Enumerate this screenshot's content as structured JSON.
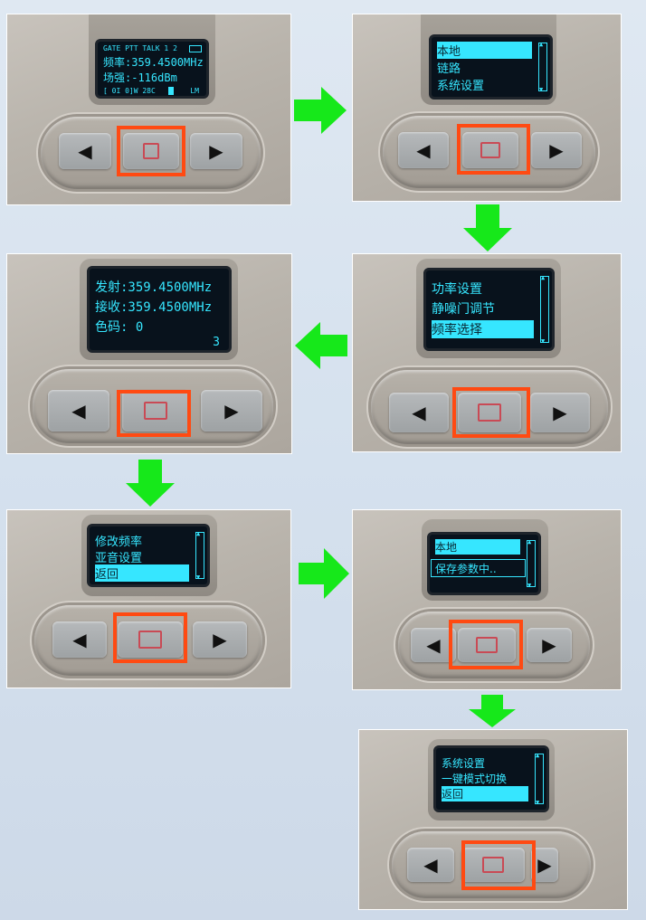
{
  "steps": [
    {
      "lines": [
        "GATE PTT TALK 1 2",
        "频率:359.4500MHz",
        "场强:-116dBm",
        "[ 0I 0]W 28C",
        "LM"
      ]
    },
    {
      "lines": [
        "本地",
        "链路",
        "系统设置"
      ]
    },
    {
      "lines": [
        "功率设置",
        "静噪门调节",
        "频率选择"
      ]
    },
    {
      "lines": [
        "发射:359.4500MHz",
        "接收:359.4500MHz",
        "色码:  0",
        "3"
      ]
    },
    {
      "lines": [
        "修改频率",
        "亚音设置",
        "返回"
      ]
    },
    {
      "lines": [
        "本地"
      ],
      "popup": "保存参数中.."
    },
    {
      "lines": [
        "系统设置",
        "一键模式切换",
        "返回"
      ]
    }
  ],
  "colors": {
    "screen_text": "#36e6ff",
    "highlight_box": "#ff4a12",
    "arrow": "#16e81a"
  },
  "icons": {
    "left_key": "left-triangle-icon",
    "right_key": "right-triangle-icon",
    "center_key": "square-icon",
    "flow": "arrow-icon"
  }
}
